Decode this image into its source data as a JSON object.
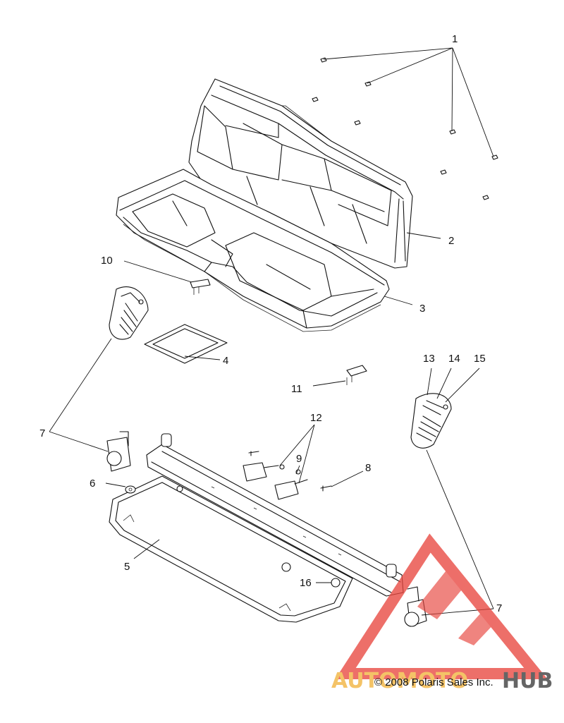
{
  "diagram": {
    "callouts": {
      "c1": "1",
      "c2": "2",
      "c3": "3",
      "c4": "4",
      "c5": "5",
      "c6": "6",
      "c7a": "7",
      "c7b": "7",
      "c8": "8",
      "c9": "9",
      "c10": "10",
      "c11": "11",
      "c12": "12",
      "c13": "13",
      "c14": "14",
      "c15": "15",
      "c16": "16"
    },
    "copyright": "© 2008 Polaris Sales Inc."
  },
  "watermark": {
    "text_left": "AUTOMOTO",
    "text_right": "HUB",
    "color_primary": "#e8473f",
    "color_secondary": "#f2b33d",
    "color_dark": "#3a3a3a"
  }
}
